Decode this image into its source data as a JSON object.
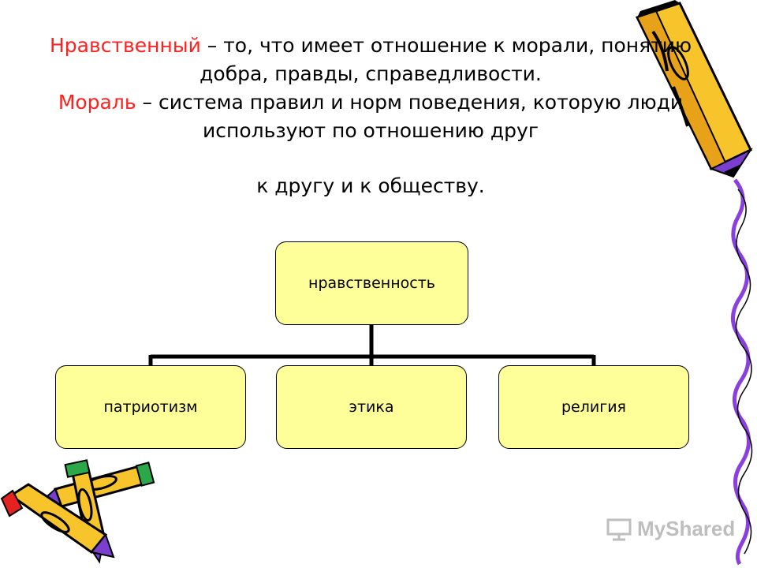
{
  "heading": {
    "term1": "Нравственный",
    "def1": " – то, что имеет отношение к морали, понятию добра, правды, справедливости.",
    "term2": "Мораль",
    "def2_line1": " – система правил и норм поведения, которую люди используют по отношению друг",
    "def2_line2": "к другу и к обществу."
  },
  "diagram": {
    "root": "нравственность",
    "children": [
      "патриотизм",
      "этика",
      "религия"
    ]
  },
  "watermark": {
    "text": "MyShared",
    "icon": "presentation-screen-icon"
  },
  "decorations": {
    "icons": [
      "pencil-icon",
      "pencil-icon",
      "pencil-icon",
      "wavy-line-icon"
    ],
    "colors": {
      "pencil_yellow": "#f7c52b",
      "pencil_tip_purple": "#7b3fd0",
      "pencil_eraser_red": "#e52222",
      "pencil_eraser_green": "#2aa84a",
      "wavy_purple": "#8a3fe0",
      "box_fill": "#ffff99",
      "term_red": "#ff2020"
    }
  }
}
